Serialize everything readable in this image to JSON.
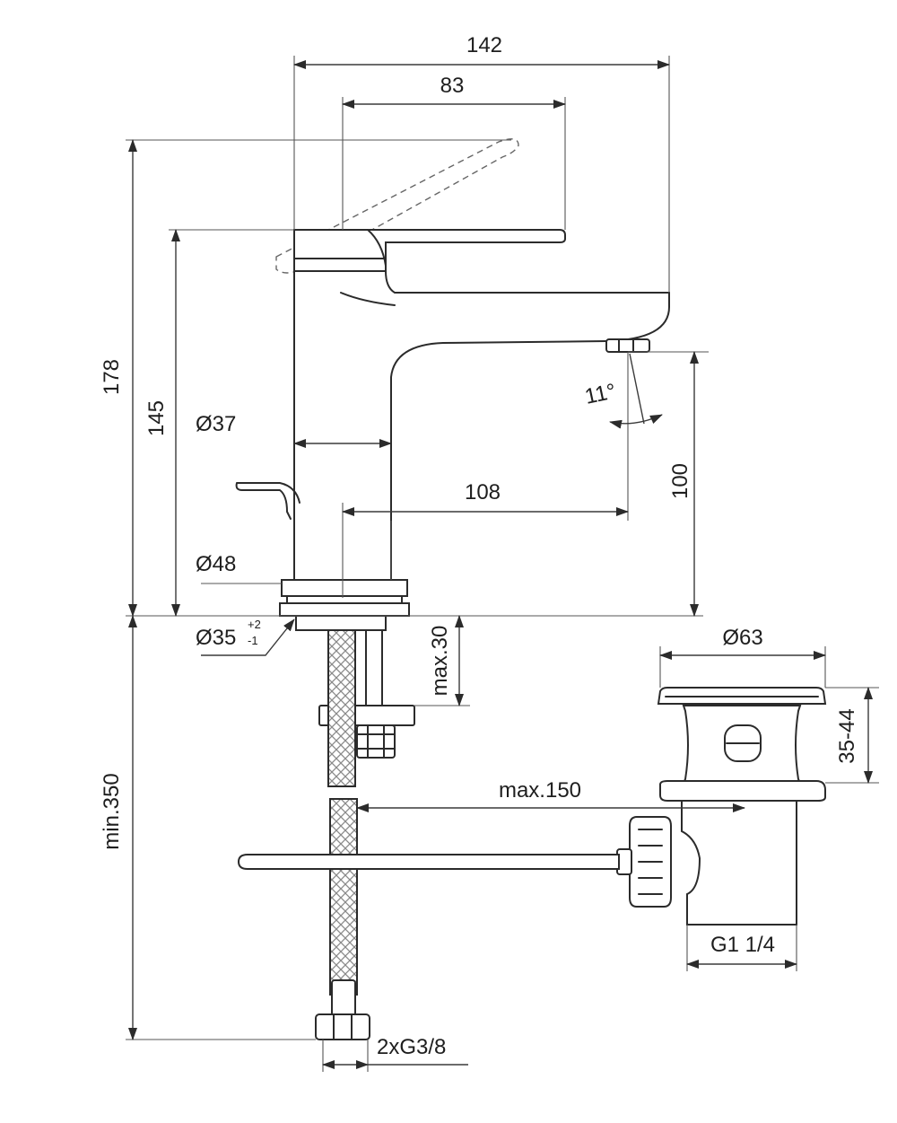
{
  "drawing": {
    "dimensions": {
      "total_width": "142",
      "lever_reach": "83",
      "total_height": "178",
      "spout_height": "145",
      "body_diameter": "Ø37",
      "spout_reach": "108",
      "outlet_clearance": "100",
      "base_diameter": "Ø48",
      "hole_diameter": "Ø35",
      "hole_tol_upper": "+2",
      "hole_tol_lower": "-1",
      "deck_thickness": "max.30",
      "hose_length": "min.350",
      "flow_angle": "11°",
      "waste_diameter": "Ø63",
      "waste_height": "35-44",
      "rod_length": "max.150",
      "waste_thread": "G1 1/4",
      "hose_thread": "2xG3/8"
    }
  }
}
